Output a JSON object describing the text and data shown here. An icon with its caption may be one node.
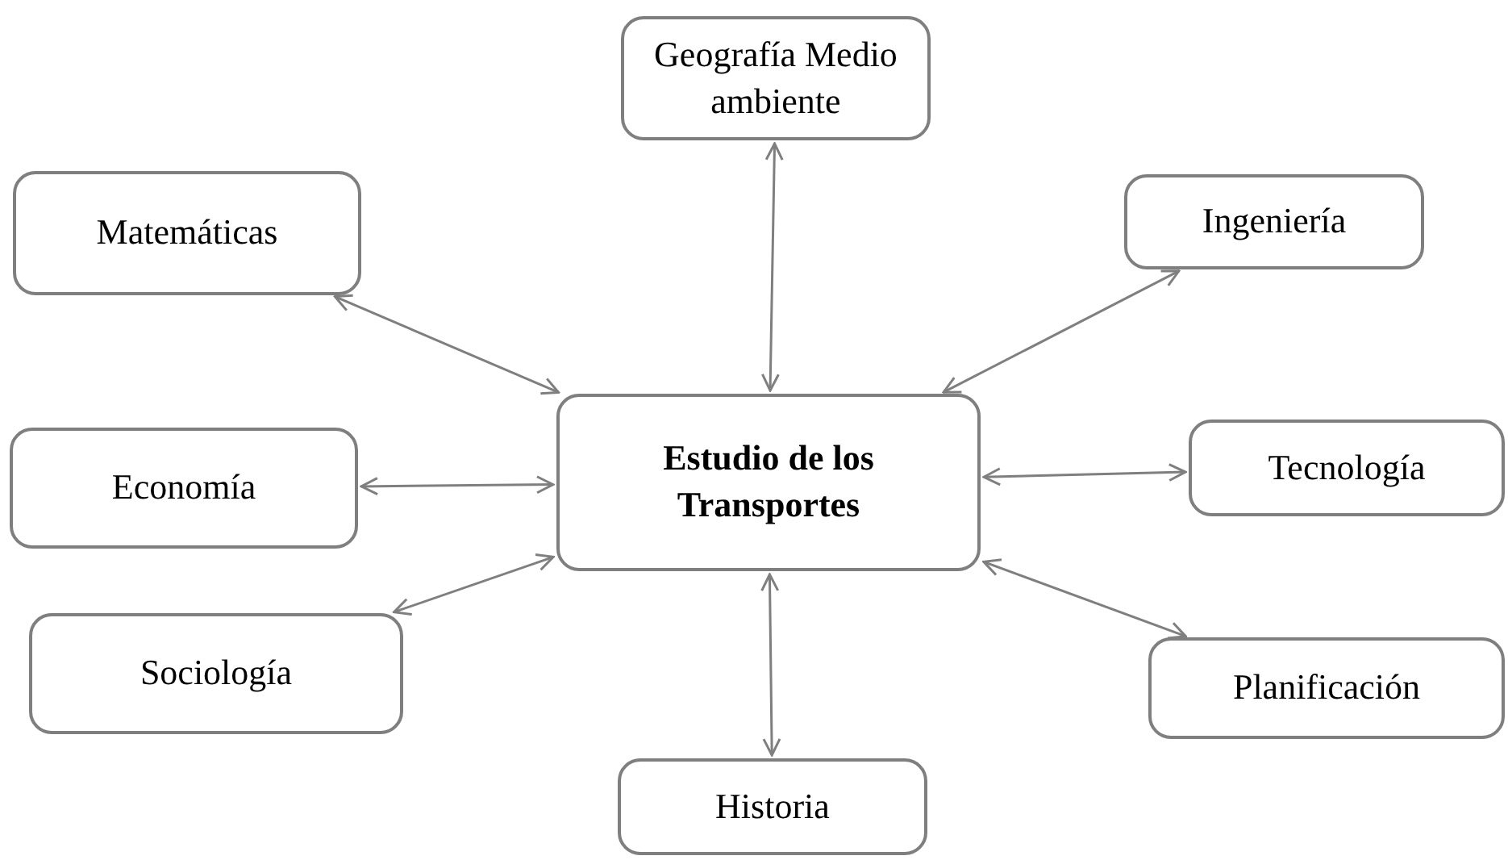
{
  "diagram": {
    "nodes": [
      {
        "text": [
          "Geografía Medio ambiente"
        ]
      },
      {
        "text": [
          "Matemáticas"
        ]
      },
      {
        "text": [
          "Ingeniería"
        ]
      },
      {
        "text": [
          "Estudio de los Transportes"
        ]
      },
      {
        "text": [
          "Economía"
        ]
      },
      {
        "text": [
          "Tecnología"
        ]
      },
      {
        "text": [
          "Sociología"
        ]
      },
      {
        "text": [
          "Planificación"
        ]
      },
      {
        "text": [
          "Historia"
        ]
      }
    ],
    "edges": [
      {
        "from": 3,
        "to": 0,
        "arrow": "both"
      },
      {
        "from": 3,
        "to": 1,
        "arrow": "both"
      },
      {
        "from": 3,
        "to": 2,
        "arrow": "both"
      },
      {
        "from": 3,
        "to": 4,
        "arrow": "both"
      },
      {
        "from": 3,
        "to": 5,
        "arrow": "both"
      },
      {
        "from": 3,
        "to": 6,
        "arrow": "both"
      },
      {
        "from": 3,
        "to": 7,
        "arrow": "both"
      },
      {
        "from": 3,
        "to": 8,
        "arrow": "both"
      }
    ]
  }
}
